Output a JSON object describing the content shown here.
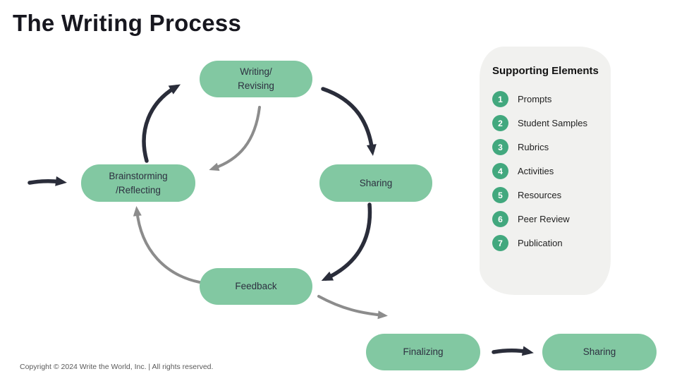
{
  "title": "The Writing Process",
  "nodes": [
    {
      "id": "writing-revising",
      "label": "Writing/\nRevising"
    },
    {
      "id": "sharing",
      "label": "Sharing"
    },
    {
      "id": "brainstorming-reflecting",
      "label": "Brainstorming\n/Reflecting"
    },
    {
      "id": "feedback",
      "label": "Feedback"
    },
    {
      "id": "finalizing",
      "label": "Finalizing"
    },
    {
      "id": "sharing-final",
      "label": "Sharing"
    }
  ],
  "panel": {
    "title": "Supporting Elements",
    "items": [
      {
        "number": "1",
        "label": "Prompts"
      },
      {
        "number": "2",
        "label": "Student Samples"
      },
      {
        "number": "3",
        "label": "Rubrics"
      },
      {
        "number": "4",
        "label": "Activities"
      },
      {
        "number": "5",
        "label": "Resources"
      },
      {
        "number": "6",
        "label": "Peer Review"
      },
      {
        "number": "7",
        "label": "Publication"
      }
    ]
  },
  "footer": "Copyright © 2024 Write the World, Inc. | All rights reserved.",
  "colors": {
    "node_green": "#82c8a2",
    "circle_green": "#42a87e",
    "dark_arrow": "#2a2d3a",
    "gray_arrow": "#8c8c8c",
    "panel_bg": "#f1f1ef",
    "title_text": "#17171f"
  }
}
